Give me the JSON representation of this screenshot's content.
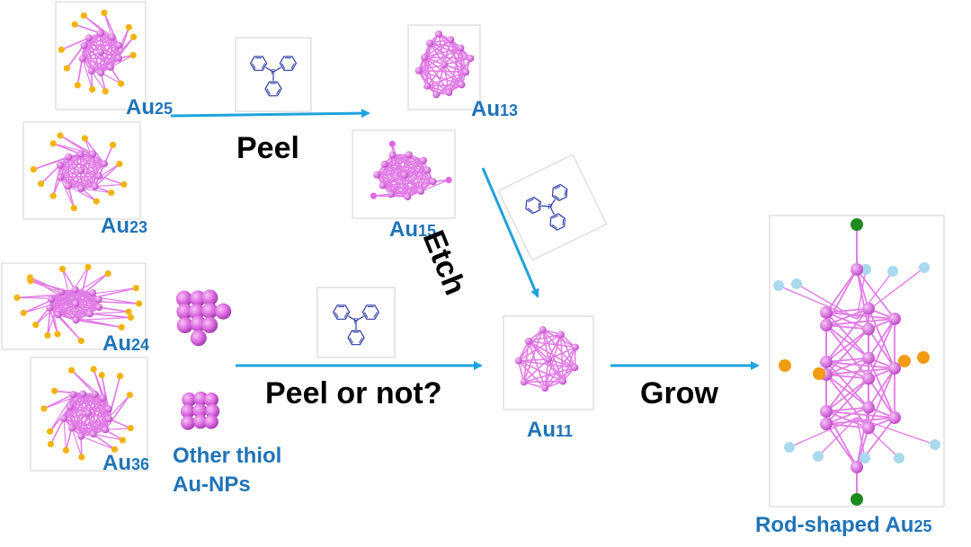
{
  "labels": {
    "au25": {
      "el": "Au",
      "num": "25"
    },
    "au23": {
      "el": "Au",
      "num": "23"
    },
    "au24": {
      "el": "Au",
      "num": "24"
    },
    "au36": {
      "el": "Au",
      "num": "36"
    },
    "au13": {
      "el": "Au",
      "num": "13"
    },
    "au15": {
      "el": "Au",
      "num": "15"
    },
    "au11": {
      "el": "Au",
      "num": "11"
    },
    "other_line1": "Other thiol",
    "other_line2": "Au-NPs",
    "rod_prefix": "Rod-shaped Au",
    "rod_num": "25"
  },
  "actions": {
    "peel": "Peel",
    "etch": "Etch",
    "peel_or_not": "Peel or not?",
    "grow": "Grow"
  },
  "reagent_p": "P",
  "colors": {
    "arrow": "#1fa3dc",
    "label_blue": "#1f74b8",
    "gold_atom": "#f2b40a",
    "au_atom": "#e266e8",
    "bond_pink": "#e27ce6",
    "phenyl": "#2d3ba6",
    "chlorine": "#1e8a1e",
    "phosphorus_light": "#a9d9ec",
    "sulfur_orange": "#f39c12"
  }
}
